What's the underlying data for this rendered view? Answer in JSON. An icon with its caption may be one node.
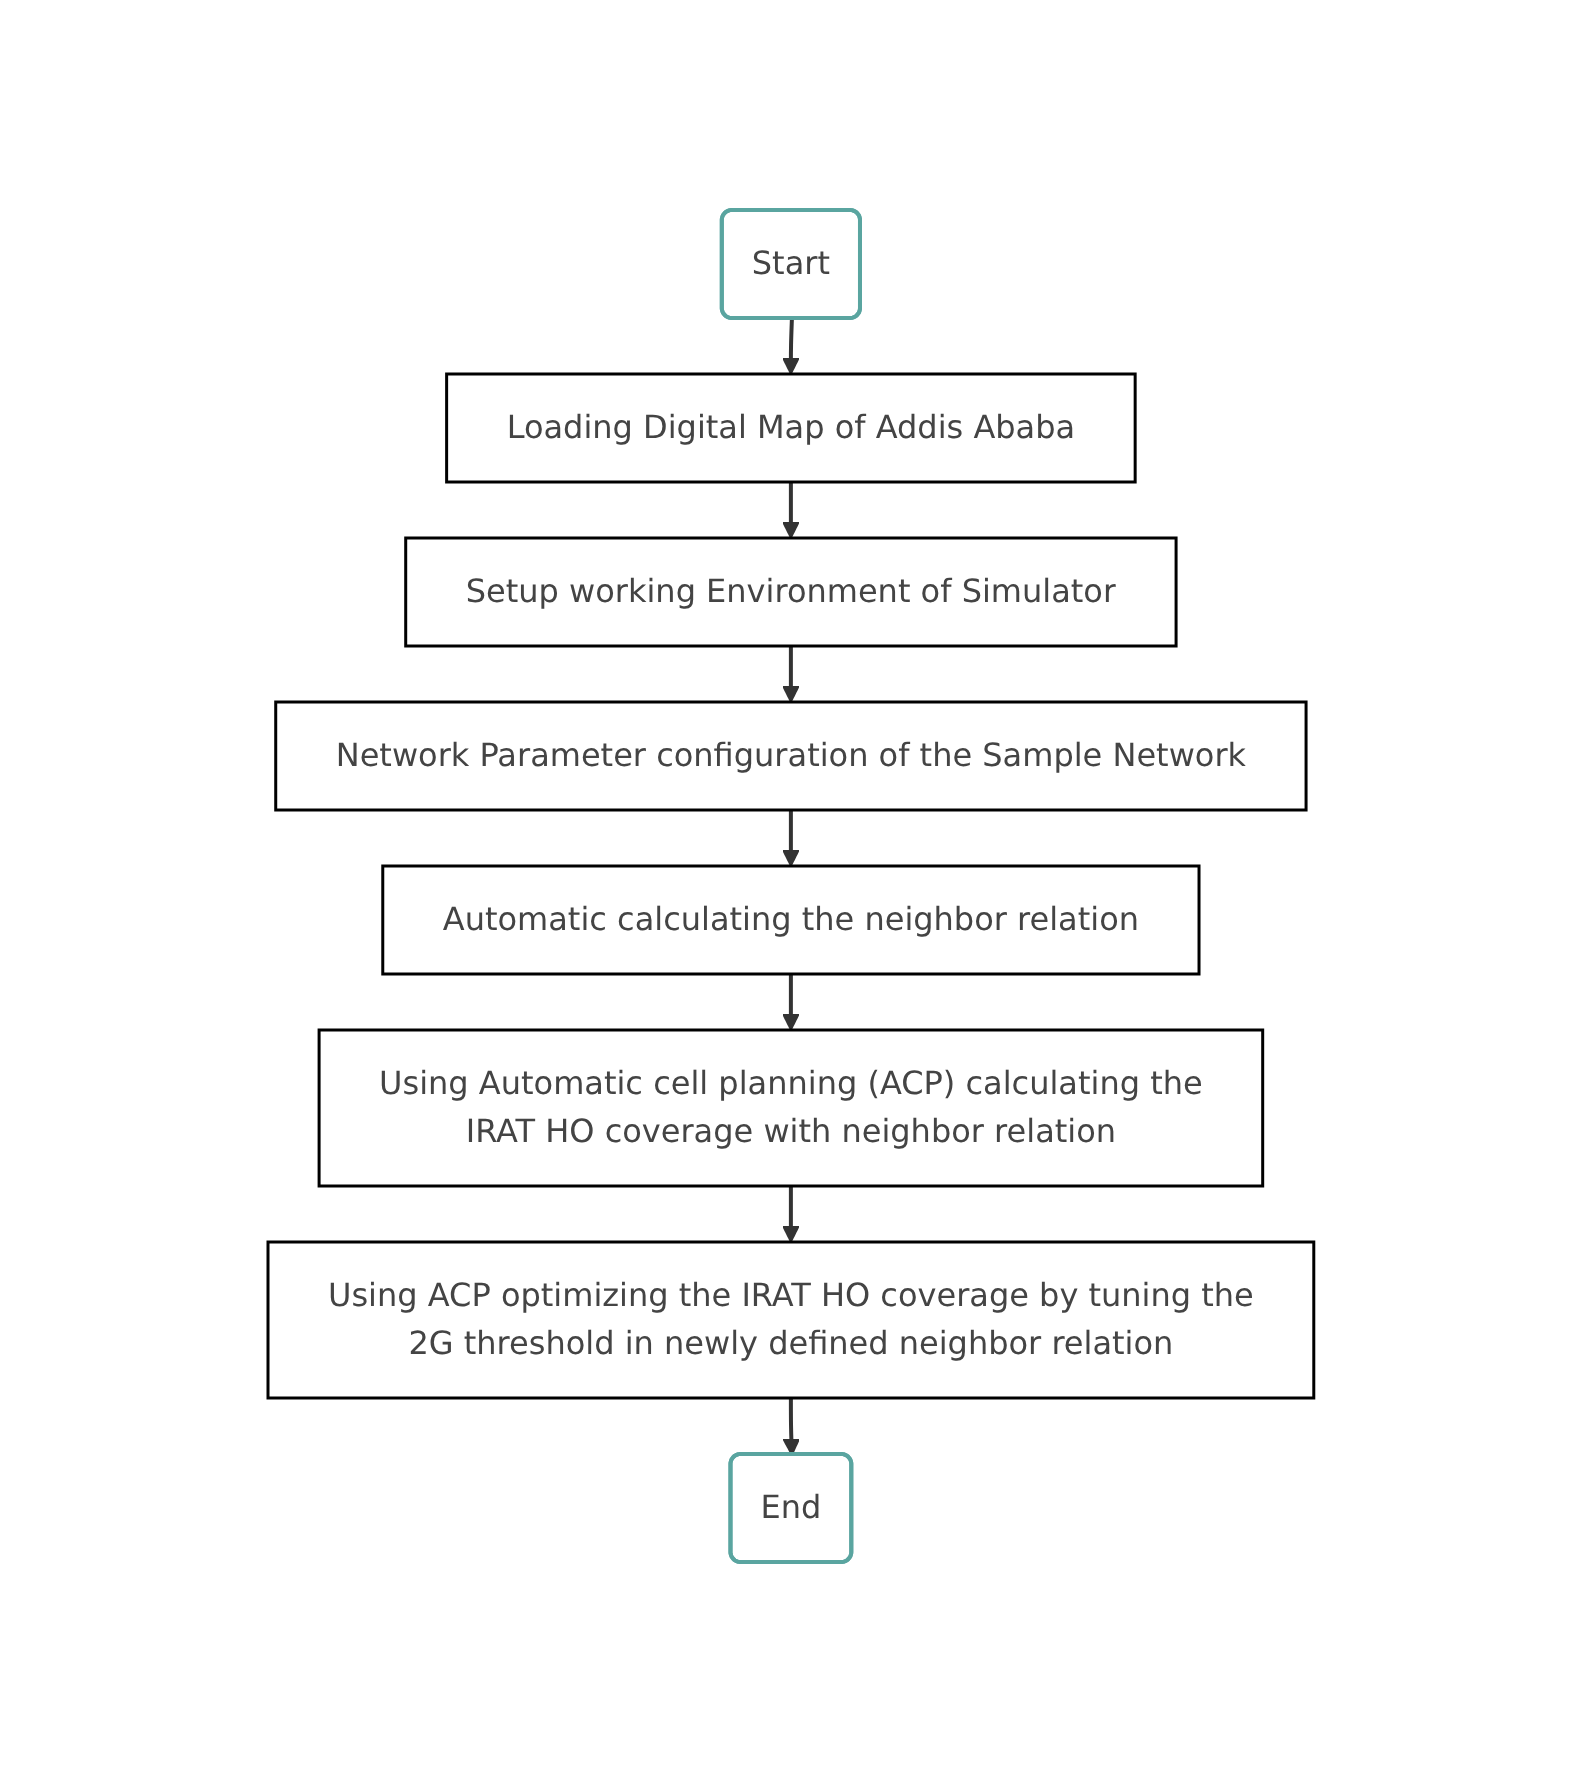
{
  "diagram": {
    "nodes": [
      {
        "text": [
          "Start"
        ]
      },
      {
        "text": [
          "Loading Digital Map of Addis Ababa"
        ]
      },
      {
        "text": [
          "Setup working Environment of Simulator"
        ]
      },
      {
        "text": [
          "Network Parameter configuration of the Sample Network"
        ]
      },
      {
        "text": [
          "Automatic calculating the neighbor relation"
        ]
      },
      {
        "text": [
          "Using Automatic cell planning (ACP) calculating the IRAT HO coverage with neighbor relation"
        ]
      },
      {
        "text": [
          "Using ACP optimizing the IRAT HO coverage by tuning the 2G threshold in newly defined neighbor relation"
        ]
      },
      {
        "text": [
          "End"
        ]
      }
    ],
    "edges": [
      {
        "from": 0,
        "to": 1,
        "arrow": "to"
      },
      {
        "from": 1,
        "to": 2,
        "arrow": "to"
      },
      {
        "from": 2,
        "to": 3,
        "arrow": "to"
      },
      {
        "from": 3,
        "to": 4,
        "arrow": "to"
      },
      {
        "from": 4,
        "to": 5,
        "arrow": "to"
      },
      {
        "from": 5,
        "to": 6,
        "arrow": "to"
      },
      {
        "from": 6,
        "to": 7,
        "arrow": "to"
      }
    ]
  }
}
